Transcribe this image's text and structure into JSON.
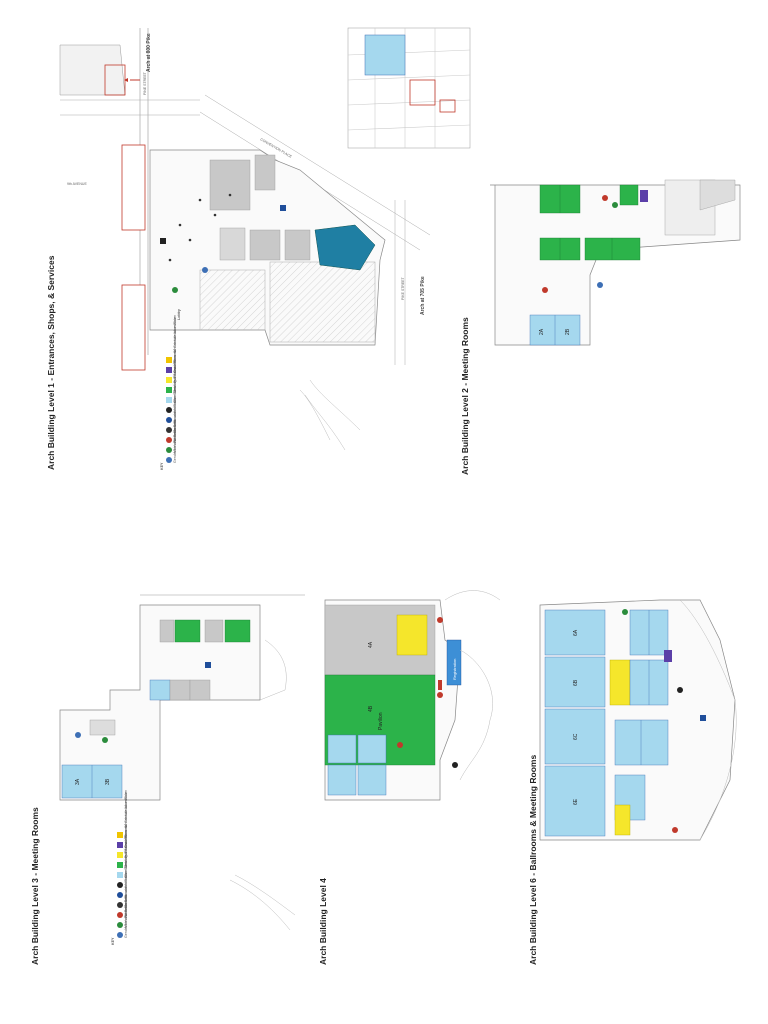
{
  "titles": {
    "level1": "Arch Building Level 1 - Entrances, Shops, & Services",
    "level2": "Arch Building Level 2 - Meeting Rooms",
    "level3": "Arch Building Level 3 - Meeting Rooms",
    "level4": "Arch Building Level 4",
    "level6": "Arch Building Level 6 - Ballrooms & Meeting Rooms"
  },
  "labels": {
    "arch800": "Arch at 800 Pike",
    "arch705": "Arch at 705 Pike",
    "pine_street": "PINE STREET",
    "pike_street": "PIKE STREET",
    "ninth_avenue": "9th AVENUE",
    "convention_place": "CONVENTION PLACE",
    "registration": "Registration",
    "pavilion": "Pavilion",
    "room_4a": "4A",
    "room_4b": "4B",
    "room_6a": "6A",
    "room_6b": "6B",
    "room_6c": "6C",
    "room_6e": "6E",
    "room_3a": "3A",
    "room_3b": "3B",
    "room_2a": "2A",
    "room_2b": "2B",
    "lobby": "Lobby",
    "key_title": "KEY"
  },
  "key_items": [
    {
      "label": "Gender Neutral Restrooms",
      "color": "#3d6fb5"
    },
    {
      "label": "Men's Restroom",
      "color": "#2b8c3c"
    },
    {
      "label": "Women's Restroom",
      "color": "#c0392b"
    },
    {
      "label": "Elevator",
      "color": "#333333"
    },
    {
      "label": "Escalator/Stairs",
      "color": "#1f4e9a"
    },
    {
      "label": "Information Desk",
      "color": "#222222"
    },
    {
      "label": "Client Services Rooms",
      "color": "#a5d8ee"
    },
    {
      "label": "Meeting & Session Rooms",
      "color": "#2cb34a"
    },
    {
      "label": "Event Centers",
      "color": "#f5e62b"
    },
    {
      "label": "Coat Room",
      "color": "#5b3fa8"
    },
    {
      "label": "Personal Consideration Room",
      "color": "#f0c400"
    },
    {
      "label": "Wheelchair Accessible",
      "color": "#1f4e9a"
    }
  ],
  "colors": {
    "client_services": "#a5d8ee",
    "meeting_rooms": "#2cb34a",
    "retail": "#c8c8c8",
    "teal": "#1f7fa3",
    "event": "#f5e62b",
    "outline": "#b0b0b0",
    "accent_red": "#c0392b"
  }
}
